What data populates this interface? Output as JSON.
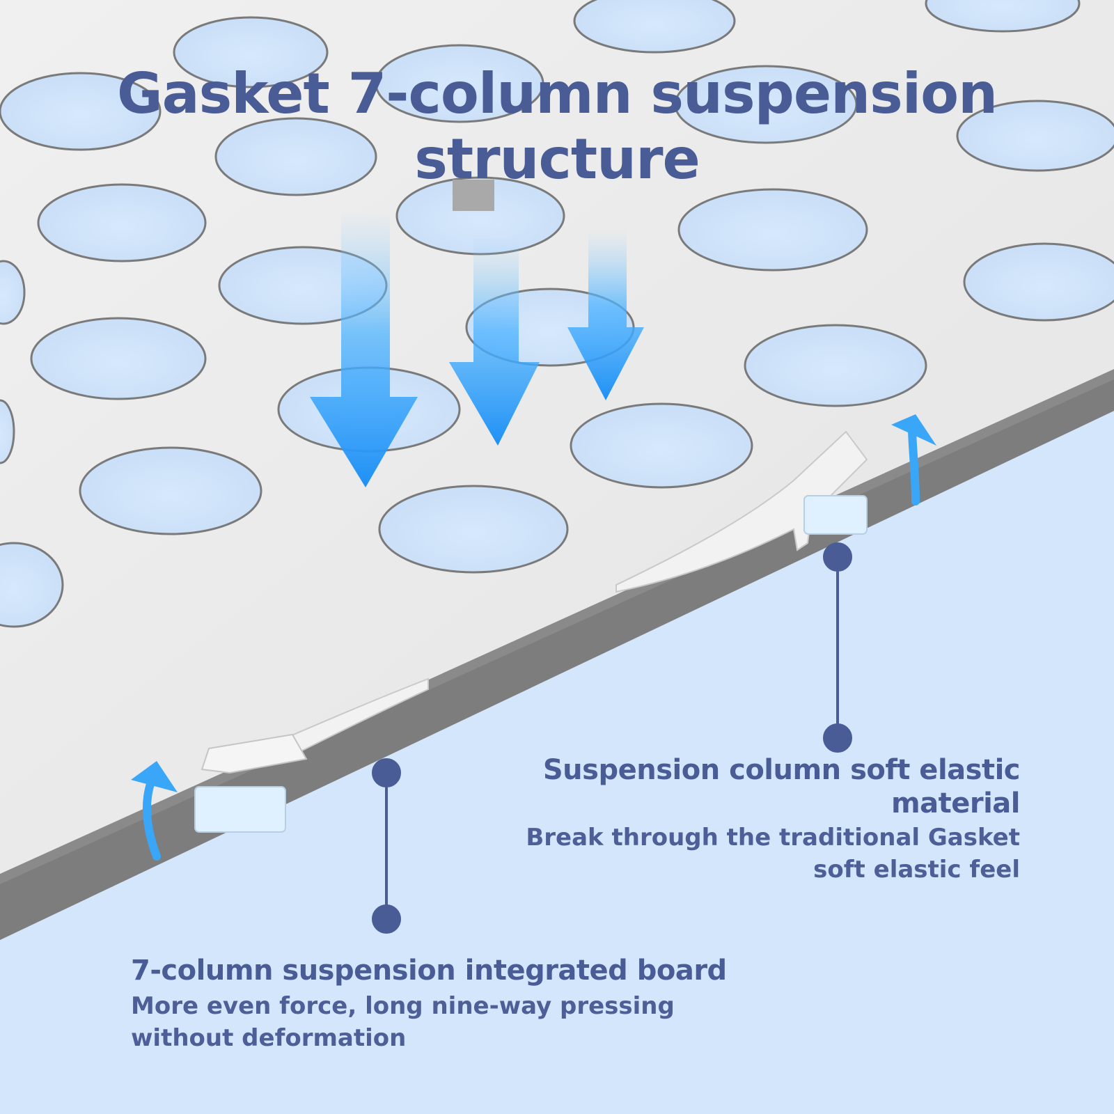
{
  "title": {
    "line1": "Gasket 7-column suspension",
    "line2": "structure"
  },
  "callouts": {
    "elastic": {
      "heading_line1": "Suspension column soft elastic",
      "heading_line2": "material",
      "text_line1": "Break through the traditional Gasket",
      "text_line2": "soft elastic feel"
    },
    "board": {
      "heading": "7-column suspension integrated board",
      "text_line1": "More even force, long nine-way pressing",
      "text_line2": "without deformation"
    }
  },
  "colors": {
    "text": "#4a5c96",
    "background": "#d3e6fb",
    "plate": "#eaeaea",
    "arrow": "#2f9cf5"
  }
}
